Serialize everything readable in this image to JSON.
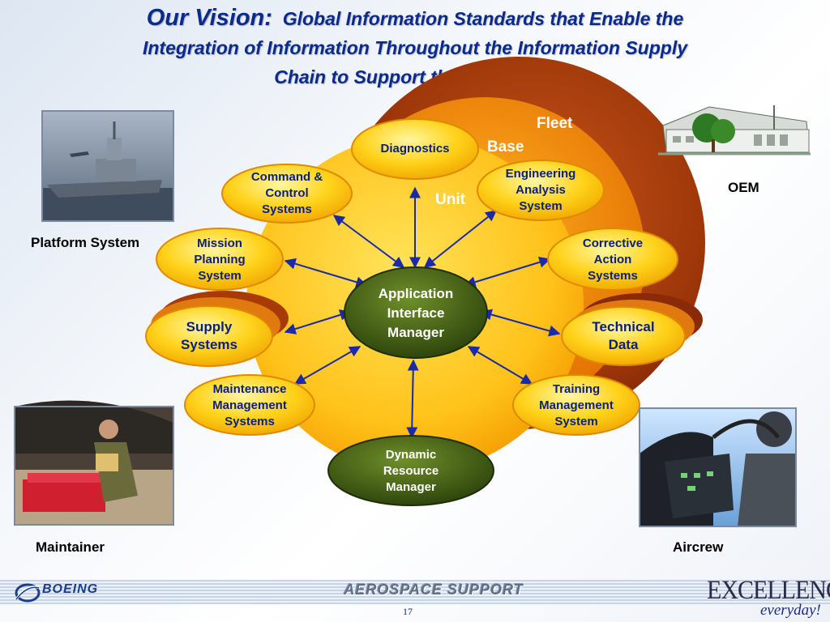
{
  "title": {
    "lead": "Our Vision:",
    "line1": "Global Information Standards that Enable the",
    "line2": "Integration of Information Throughout the Information Supply",
    "line3": "Chain to Support the End Users"
  },
  "rings": {
    "fleet": "Fleet",
    "base": "Base",
    "unit": "Unit"
  },
  "nodes": {
    "diagnostics": "Diagnostics",
    "command_control": [
      "Command &",
      "Control",
      "Systems"
    ],
    "engineering": [
      "Engineering",
      "Analysis",
      "System"
    ],
    "mission_planning": [
      "Mission",
      "Planning",
      "System"
    ],
    "corrective_action": [
      "Corrective",
      "Action",
      "Systems"
    ],
    "supply": [
      "Supply",
      "Systems"
    ],
    "technical_data": [
      "Technical",
      "Data"
    ],
    "maintenance_mgmt": [
      "Maintenance",
      "Management",
      "Systems"
    ],
    "training_mgmt": [
      "Training",
      "Management",
      "System"
    ],
    "aim": [
      "Application",
      "Interface",
      "Manager"
    ],
    "drm": [
      "Dynamic",
      "Resource",
      "Manager"
    ]
  },
  "captions": {
    "platform": "Platform System",
    "oem": "OEM",
    "maintainer": "Maintainer",
    "aircrew": "Aircrew"
  },
  "footer": {
    "brand": "BOEING",
    "tagline": "AEROSPACE SUPPORT",
    "excellence": "EXCELLENCE",
    "everyday": "everyday!",
    "page": "17"
  },
  "colors": {
    "title": "#0a2a8c",
    "oval_fill": "#ffd21a",
    "oval_border": "#e08a00",
    "center_fill": "#3d5a12",
    "fleet": "#8a2a06",
    "arrow": "#1a2aa8"
  }
}
